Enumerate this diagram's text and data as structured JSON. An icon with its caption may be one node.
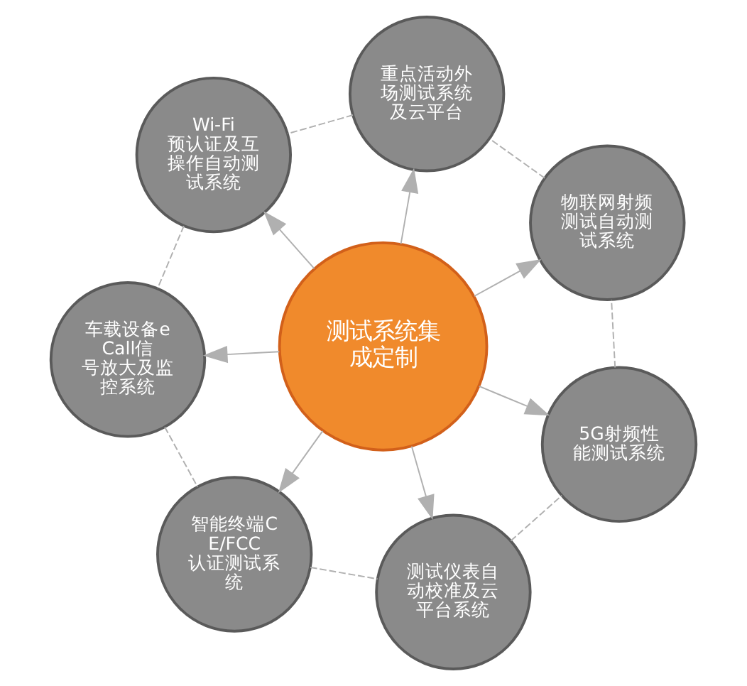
{
  "diagram": {
    "nodes": [
      {
        "text": [
          "测试系统集成定制"
        ]
      },
      {
        "text": [
          "5G射频性能测试系统"
        ]
      },
      {
        "text": [
          "物联网射频测试自动测试系统"
        ]
      },
      {
        "text": [
          "重点活动外场测试系统及云平台"
        ]
      },
      {
        "text": [
          "Wi-Fi预认证及互操作自动测试系统"
        ]
      },
      {
        "text": [
          "车载设备eCall信号放大及监控系统"
        ]
      },
      {
        "text": [
          "智能终端CE/FCC认证测试系统"
        ]
      },
      {
        "text": [
          "测试仪表自动校准及云平台系统"
        ]
      }
    ],
    "edges": [
      {
        "from": 0,
        "to": 1,
        "arrow": "to"
      },
      {
        "from": 0,
        "to": 2,
        "arrow": "to"
      },
      {
        "from": 0,
        "to": 3,
        "arrow": "to"
      },
      {
        "from": 0,
        "to": 4,
        "arrow": "to"
      },
      {
        "from": 0,
        "to": 5,
        "arrow": "to"
      },
      {
        "from": 0,
        "to": 6,
        "arrow": "to"
      },
      {
        "from": 0,
        "to": 7,
        "arrow": "to"
      },
      {
        "from": 1,
        "to": 2,
        "arrow": "none",
        "style": "dashed"
      },
      {
        "from": 2,
        "to": 3,
        "arrow": "none",
        "style": "dashed"
      },
      {
        "from": 3,
        "to": 4,
        "arrow": "none",
        "style": "dashed"
      },
      {
        "from": 4,
        "to": 5,
        "arrow": "none",
        "style": "dashed"
      },
      {
        "from": 5,
        "to": 6,
        "arrow": "none",
        "style": "dashed"
      },
      {
        "from": 6,
        "to": 7,
        "arrow": "none",
        "style": "dashed"
      },
      {
        "from": 7,
        "to": 1,
        "arrow": "none",
        "style": "dashed"
      }
    ]
  }
}
